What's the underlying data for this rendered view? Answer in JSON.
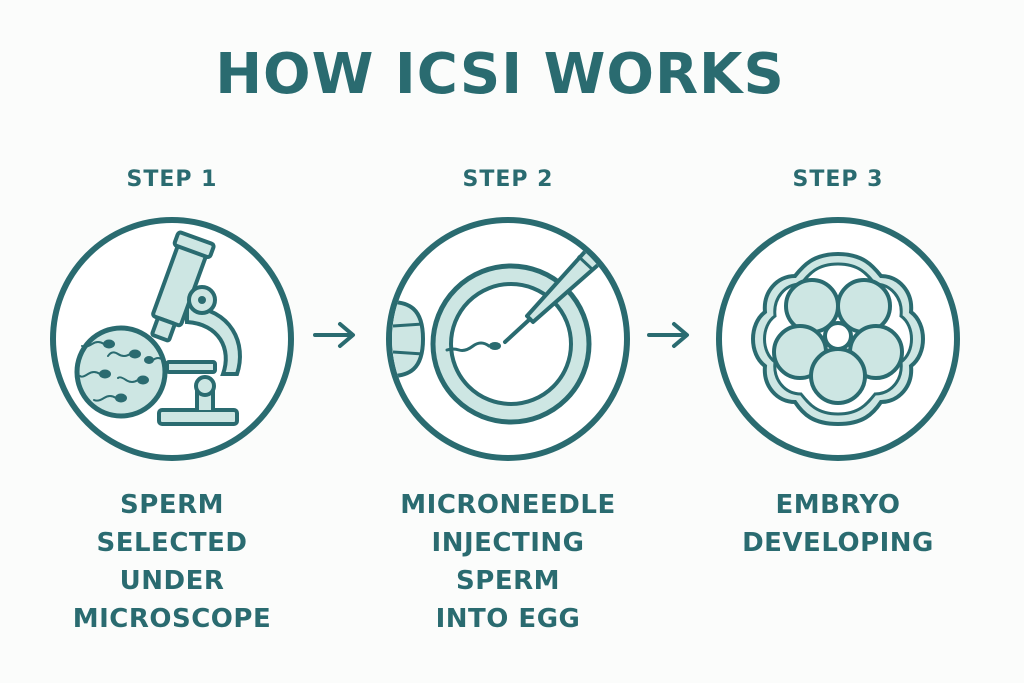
{
  "title": "HOW ICSI WORKS",
  "steps": [
    {
      "label": "STEP 1",
      "icon": "microscope-icon",
      "caption_lines": [
        "SPERM",
        "SELECTED UNDER",
        "MICROSCOPE"
      ]
    },
    {
      "label": "STEP 2",
      "icon": "microneedle-egg-icon",
      "caption_lines": [
        "MICRONEEDLE",
        "INJECTING SPERM",
        "INTO EGG"
      ]
    },
    {
      "label": "STEP 3",
      "icon": "embryo-icon",
      "caption_lines": [
        "EMBRYO",
        "DEVELOPING"
      ]
    }
  ],
  "colors": {
    "primary": "#2a6b70",
    "fill": "#cde6e3",
    "background": "#fbfcfb"
  }
}
